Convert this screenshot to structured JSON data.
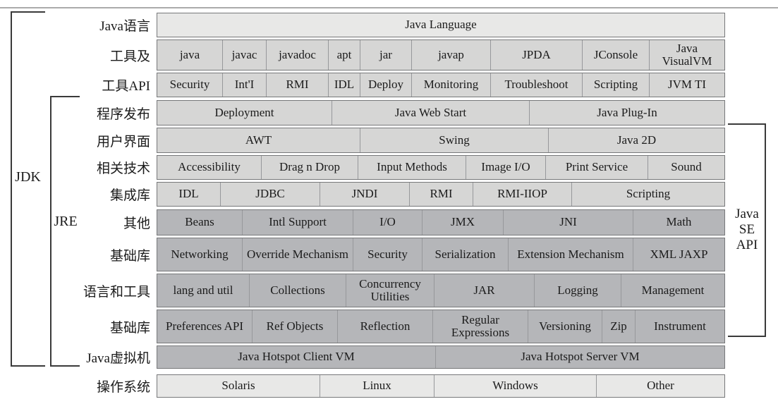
{
  "figure": {
    "jdk_label": "JDK",
    "jre_label": "JRE",
    "right_label_lines": [
      "Java",
      "SE",
      "API"
    ],
    "rows": [
      {
        "side": "Java语言",
        "cells": [
          "Java Language"
        ]
      },
      {
        "side": "工具及",
        "cells": [
          "java",
          "javac",
          "javadoc",
          "apt",
          "jar",
          "javap",
          "JPDA",
          "JConsole",
          "Java VisualVM"
        ]
      },
      {
        "side": "工具API",
        "cells": [
          "Security",
          "Int'I",
          "RMI",
          "IDL",
          "Deploy",
          "Monitoring",
          "Troubleshoot",
          "Scripting",
          "JVM TI"
        ]
      },
      {
        "side": "程序发布",
        "cells": [
          "Deployment",
          "Java Web Start",
          "Java Plug-In"
        ]
      },
      {
        "side": "用户界面",
        "cells": [
          "AWT",
          "Swing",
          "Java 2D"
        ]
      },
      {
        "side": "相关技术",
        "cells": [
          "Accessibility",
          "Drag n Drop",
          "Input Methods",
          "Image I/O",
          "Print Service",
          "Sound"
        ]
      },
      {
        "side": "集成库",
        "cells": [
          "IDL",
          "JDBC",
          "JNDI",
          "RMI",
          "RMI-IIOP",
          "Scripting"
        ]
      },
      {
        "side": "其他",
        "cells": [
          "Beans",
          "Intl Support",
          "I/O",
          "JMX",
          "JNI",
          "Math"
        ]
      },
      {
        "side": "基础库",
        "cells": [
          "Networking",
          "Override Mechanism",
          "Security",
          "Serialization",
          "Extension Mechanism",
          "XML JAXP"
        ]
      },
      {
        "side": "语言和工具",
        "cells": [
          "lang and util",
          "Collections",
          "Concurrency Utilities",
          "JAR",
          "Logging",
          "Management"
        ]
      },
      {
        "side": "基础库",
        "cells": [
          "Preferences API",
          "Ref Objects",
          "Reflection",
          "Regular Expressions",
          "Versioning",
          "Zip",
          "Instrument"
        ]
      },
      {
        "side": "Java虚拟机",
        "cells": [
          "Java Hotspot Client VM",
          "Java Hotspot Server VM"
        ]
      },
      {
        "side": "操作系统",
        "cells": [
          "Solaris",
          "Linux",
          "Windows",
          "Other"
        ]
      }
    ],
    "colors": {
      "row_light": "#e8e8e7",
      "row_mid": "#d6d6d5",
      "row_dark": "#b5b6b9",
      "row_border": "#77787a",
      "cell_separator": "#97989b",
      "bracket": "#3a3a3a",
      "text": "#1b1b1b"
    }
  }
}
